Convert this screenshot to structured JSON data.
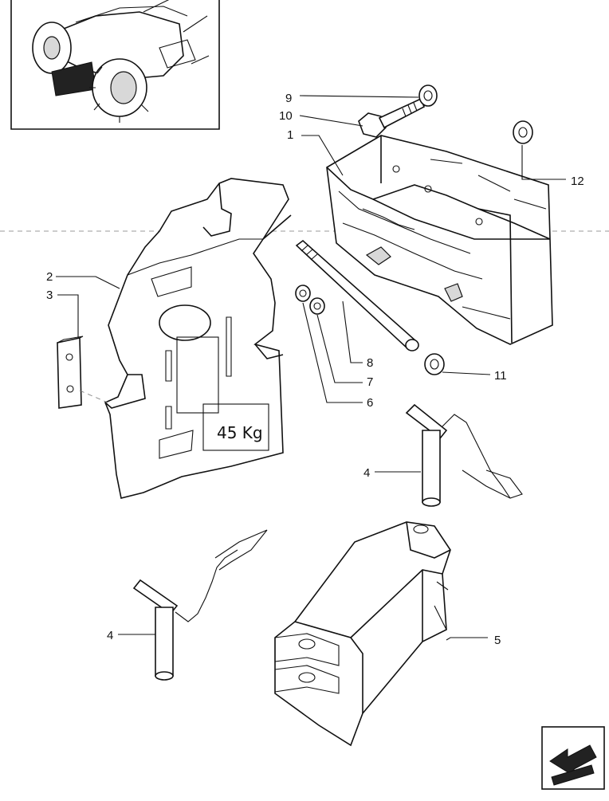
{
  "diagram": {
    "plate_label": "45 Kg",
    "callouts": [
      {
        "id": "c1",
        "text": "1"
      },
      {
        "id": "c2",
        "text": "2"
      },
      {
        "id": "c3",
        "text": "3"
      },
      {
        "id": "c4a",
        "text": "4"
      },
      {
        "id": "c4b",
        "text": "4"
      },
      {
        "id": "c5",
        "text": "5"
      },
      {
        "id": "c6",
        "text": "6"
      },
      {
        "id": "c7",
        "text": "7"
      },
      {
        "id": "c8",
        "text": "8"
      },
      {
        "id": "c9",
        "text": "9"
      },
      {
        "id": "c10",
        "text": "10"
      },
      {
        "id": "c11",
        "text": "11"
      },
      {
        "id": "c12",
        "text": "12"
      }
    ],
    "icons": [
      "tractor-thumbnail-icon",
      "navigation-arrow-icon"
    ]
  }
}
